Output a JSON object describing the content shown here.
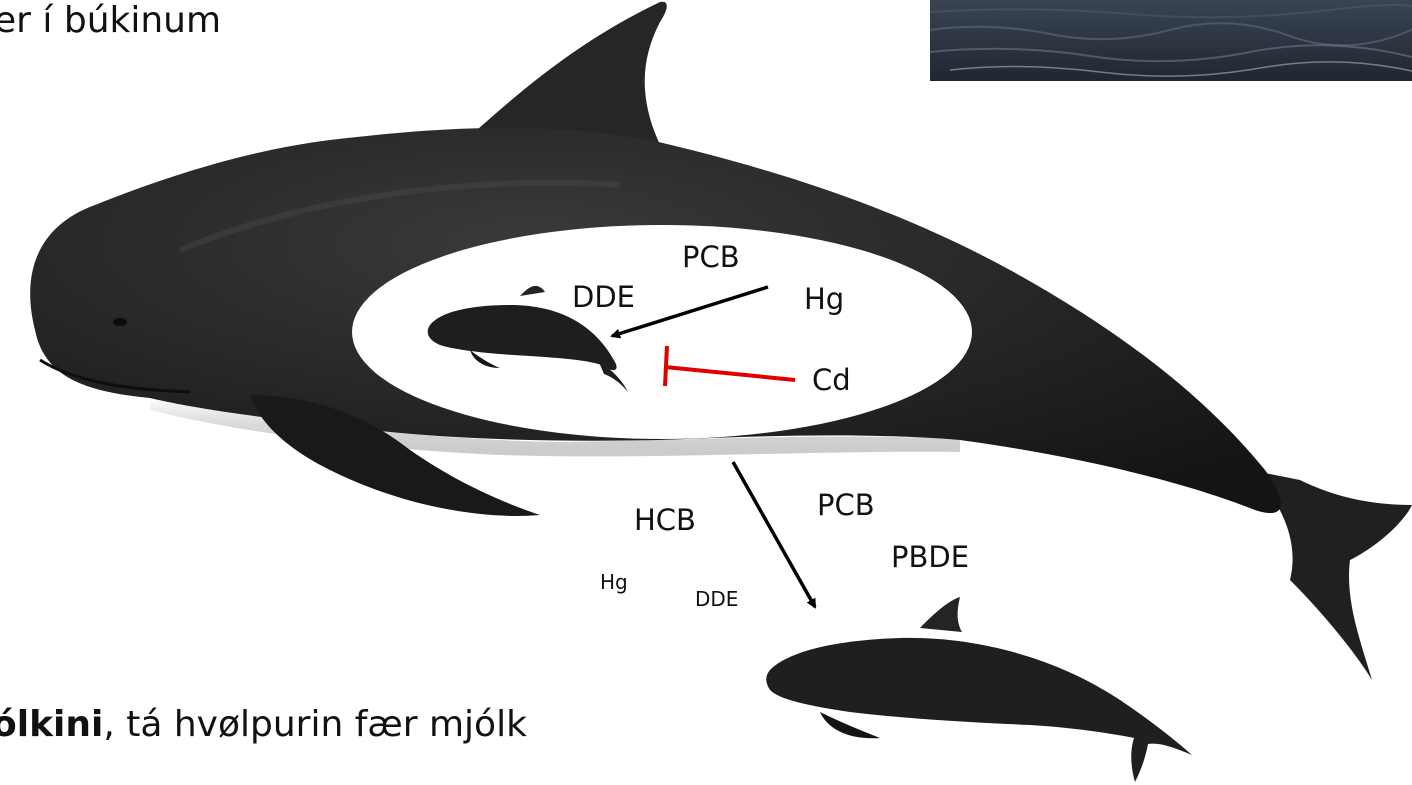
{
  "captions": {
    "top": "er í búkinum",
    "bottom_bold": "ólkini",
    "bottom_rest": ", tá hvølpurin fær mjólk"
  },
  "inside": {
    "pcb": "PCB",
    "dde": "DDE",
    "hg": "Hg",
    "cd": "Cd"
  },
  "milk": {
    "hcb": "HCB",
    "pcb": "PCB",
    "pbde": "PBDE",
    "hg": "Hg",
    "dde": "DDE"
  },
  "colors": {
    "whale": "#1f1f20",
    "transfer_arrow": "#000000",
    "blocked_arrow": "#e00000",
    "sea": "#2a3340"
  }
}
